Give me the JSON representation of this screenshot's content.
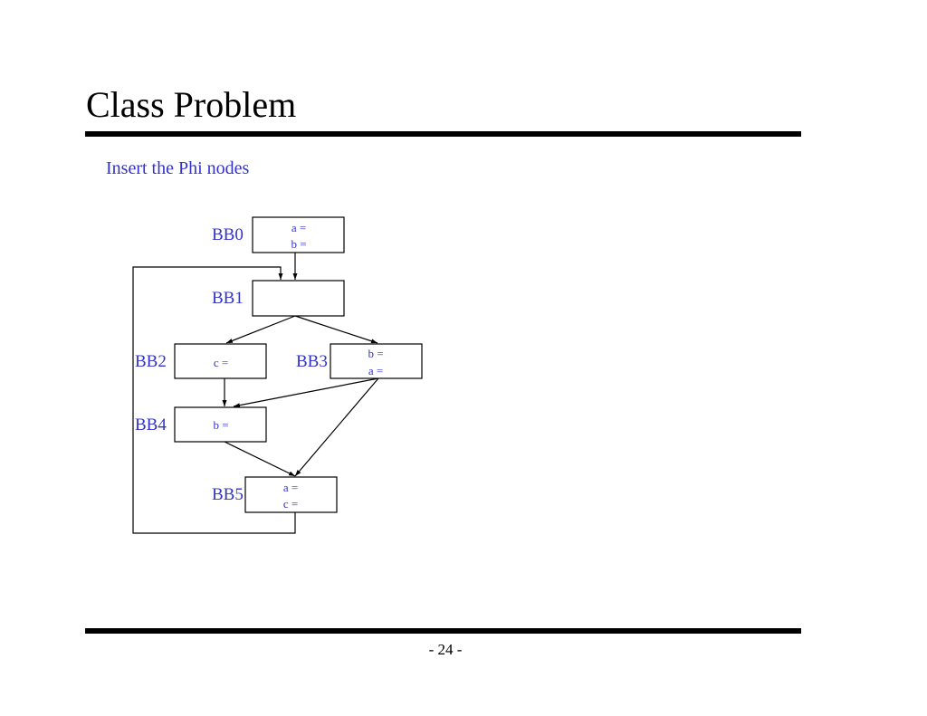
{
  "slide": {
    "title": "Class Problem",
    "subtitle": "Insert the Phi nodes",
    "page_number": "- 24 -"
  },
  "diagram": {
    "blocks": [
      {
        "id": "BB0",
        "label": "BB0",
        "statements": [
          "a =",
          "b ="
        ]
      },
      {
        "id": "BB1",
        "label": "BB1",
        "statements": []
      },
      {
        "id": "BB2",
        "label": "BB2",
        "statements": [
          "c ="
        ]
      },
      {
        "id": "BB3",
        "label": "BB3",
        "statements": [
          "b =",
          "a ="
        ]
      },
      {
        "id": "BB4",
        "label": "BB4",
        "statements": [
          "b ="
        ]
      },
      {
        "id": "BB5",
        "label": "BB5",
        "statements": [
          "a =",
          "c ="
        ]
      }
    ],
    "edges": [
      {
        "from": "BB0",
        "to": "BB1"
      },
      {
        "from": "BB1",
        "to": "BB2"
      },
      {
        "from": "BB1",
        "to": "BB3"
      },
      {
        "from": "BB2",
        "to": "BB4"
      },
      {
        "from": "BB3",
        "to": "BB4"
      },
      {
        "from": "BB3",
        "to": "BB5"
      },
      {
        "from": "BB4",
        "to": "BB5"
      },
      {
        "from": "BB5",
        "to": "BB1"
      }
    ],
    "colors": {
      "text": "#3333cc",
      "lines": "#000000"
    }
  }
}
